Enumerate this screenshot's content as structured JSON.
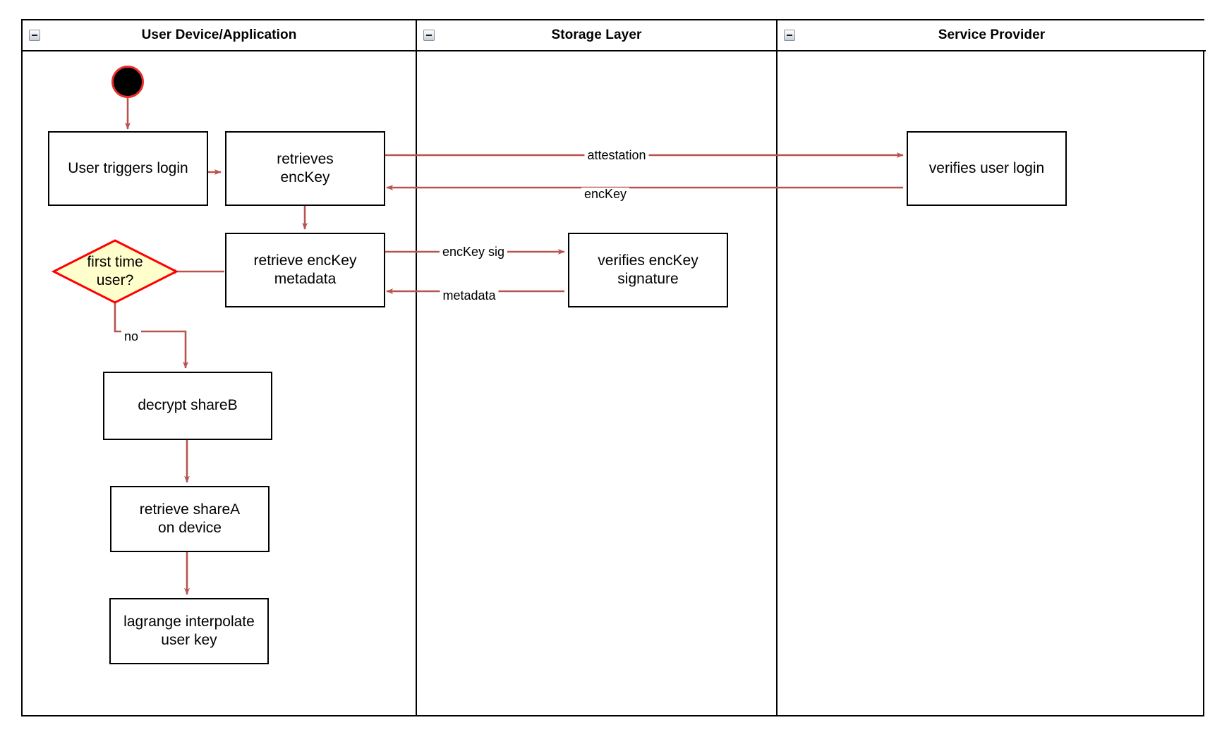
{
  "diagram": {
    "type": "swimlane-activity-diagram",
    "colors": {
      "lane_border": "#000000",
      "node_border": "#000000",
      "node_fill": "#ffffff",
      "edge": "#b85450",
      "decision_fill": "#ffffcc",
      "decision_border": "#ff0000",
      "start_fill": "#000000",
      "start_border": "#e8302a",
      "text": "#000000"
    }
  },
  "lanes": [
    {
      "id": "user-device",
      "title": "User Device/Application",
      "collapse_icon": "collapse-minus-icon"
    },
    {
      "id": "storage-layer",
      "title": "Storage Layer",
      "collapse_icon": "collapse-minus-icon"
    },
    {
      "id": "service-provider",
      "title": "Service Provider",
      "collapse_icon": "collapse-minus-icon"
    }
  ],
  "nodes": [
    {
      "id": "start",
      "kind": "start",
      "label": ""
    },
    {
      "id": "user-triggers-login",
      "kind": "activity",
      "label": "User triggers login"
    },
    {
      "id": "retrieves-enckey",
      "kind": "activity",
      "label": "retrieves\nencKey"
    },
    {
      "id": "verifies-user-login",
      "kind": "activity",
      "label": "verifies user login"
    },
    {
      "id": "retrieve-enckey-metadata",
      "kind": "activity",
      "label": "retrieve encKey\nmetadata"
    },
    {
      "id": "verifies-enckey-signature",
      "kind": "activity",
      "label": "verifies encKey\nsignature"
    },
    {
      "id": "first-time-user",
      "kind": "decision",
      "label": "first time\nuser?"
    },
    {
      "id": "decrypt-shareb",
      "kind": "activity",
      "label": "decrypt shareB"
    },
    {
      "id": "retrieve-sharea-on-device",
      "kind": "activity",
      "label": "retrieve shareA\non device"
    },
    {
      "id": "lagrange-interpolate-user-key",
      "kind": "activity",
      "label": "lagrange interpolate\nuser key"
    }
  ],
  "edges": [
    {
      "id": "e-start-login",
      "from": "start",
      "to": "user-triggers-login",
      "label": ""
    },
    {
      "id": "e-login-retrieves",
      "from": "user-triggers-login",
      "to": "retrieves-enckey",
      "label": ""
    },
    {
      "id": "e-attestation",
      "from": "retrieves-enckey",
      "to": "verifies-user-login",
      "label": "attestation"
    },
    {
      "id": "e-enckey",
      "from": "verifies-user-login",
      "to": "retrieves-enckey",
      "label": "encKey"
    },
    {
      "id": "e-retrieves-metadata",
      "from": "retrieves-enckey",
      "to": "retrieve-enckey-metadata",
      "label": ""
    },
    {
      "id": "e-enckey-sig",
      "from": "retrieve-enckey-metadata",
      "to": "verifies-enckey-signature",
      "label": "encKey sig"
    },
    {
      "id": "e-metadata",
      "from": "verifies-enckey-signature",
      "to": "retrieve-enckey-metadata",
      "label": "metadata"
    },
    {
      "id": "e-metadata-decision",
      "from": "retrieve-enckey-metadata",
      "to": "first-time-user",
      "label": ""
    },
    {
      "id": "e-no",
      "from": "first-time-user",
      "to": "decrypt-shareb",
      "label": "no"
    },
    {
      "id": "e-shareb-sharea",
      "from": "decrypt-shareb",
      "to": "retrieve-sharea-on-device",
      "label": ""
    },
    {
      "id": "e-sharea-lagrange",
      "from": "retrieve-sharea-on-device",
      "to": "lagrange-interpolate-user-key",
      "label": ""
    }
  ]
}
